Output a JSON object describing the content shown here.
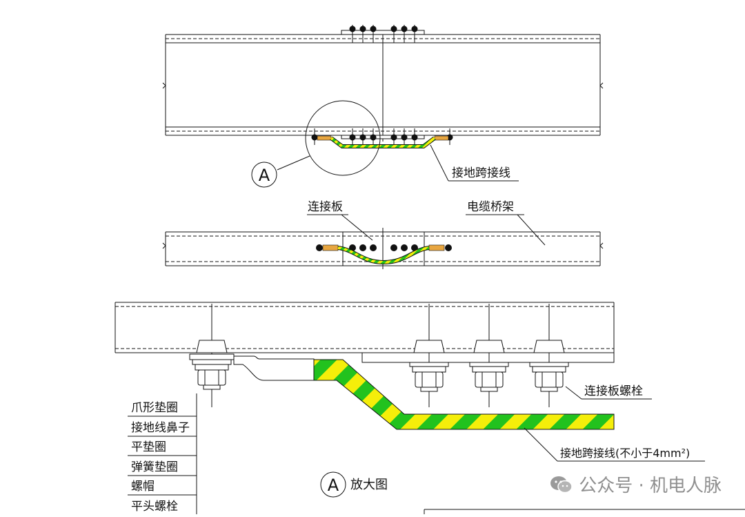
{
  "labels": {
    "ground_jumper_top": "接地跨接线",
    "detail_marker": "A",
    "connection_plate": "连接板",
    "cable_tray": "电缆桥架",
    "plate_bolt": "连接板螺栓",
    "ground_jumper_spec": "接地跨接线(不小于4mm²)",
    "enlarged_view": "放大图"
  },
  "parts_list": [
    "爪形垫圈",
    "接地线鼻子",
    "平垫圈",
    "弹簧垫圈",
    "螺帽",
    "平头螺栓"
  ],
  "watermark": "公众号 · 机电人脉",
  "colors": {
    "line": "#111111",
    "ground_green": "#22c21e",
    "ground_yellow": "#f5ee0a",
    "lug_orange": "#e8a640",
    "watermark": "#8f8f8f"
  }
}
